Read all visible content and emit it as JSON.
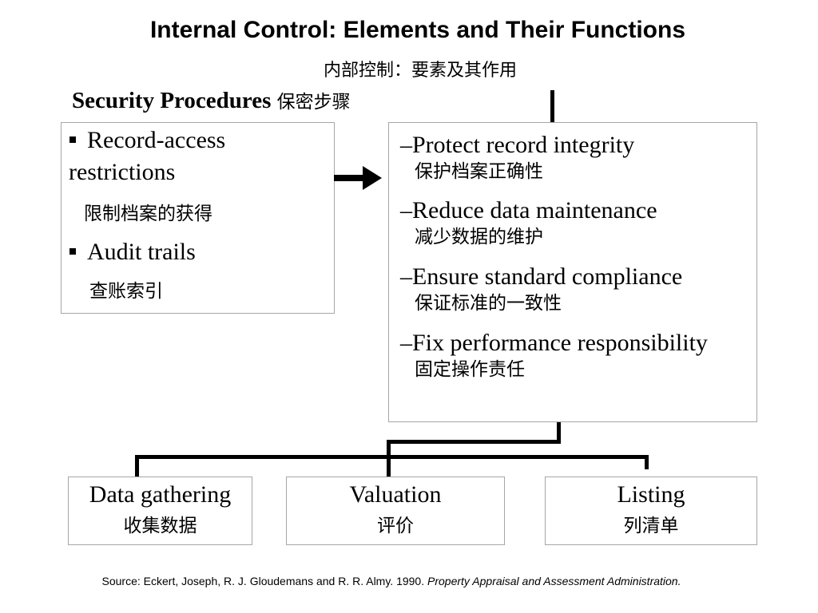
{
  "title": "Internal Control: Elements and Their Functions",
  "subtitle": "内部控制：要素及其作用",
  "section_heading": {
    "en": "Security Procedures",
    "zh": "保密步骤"
  },
  "security_procedures": {
    "items": [
      {
        "en_line1": "Record-access",
        "en_line2": "restrictions",
        "zh": "限制档案的获得"
      },
      {
        "en_line1": "Audit trails",
        "zh": "查账索引"
      }
    ]
  },
  "functions": {
    "items": [
      {
        "en": "–Protect record integrity",
        "zh": "保护档案正确性"
      },
      {
        "en": "–Reduce data maintenance",
        "zh": "减少数据的维护"
      },
      {
        "en": "–Ensure standard compliance",
        "zh": "保证标准的一致性"
      },
      {
        "en": "–Fix performance responsibility",
        "zh": "固定操作责任"
      }
    ]
  },
  "outputs": [
    {
      "en": "Data gathering",
      "zh": "收集数据"
    },
    {
      "en": "Valuation",
      "zh": "评价"
    },
    {
      "en": "Listing",
      "zh": "列清单"
    }
  ],
  "source": {
    "prefix": "Source:  Eckert, Joseph, R. J. Gloudemans and R. R. Almy.  1990.  ",
    "title": "Property Appraisal and Assessment Administration."
  },
  "colors": {
    "box_border": "#a6a6a6",
    "connector": "#000000",
    "text": "#000000"
  }
}
